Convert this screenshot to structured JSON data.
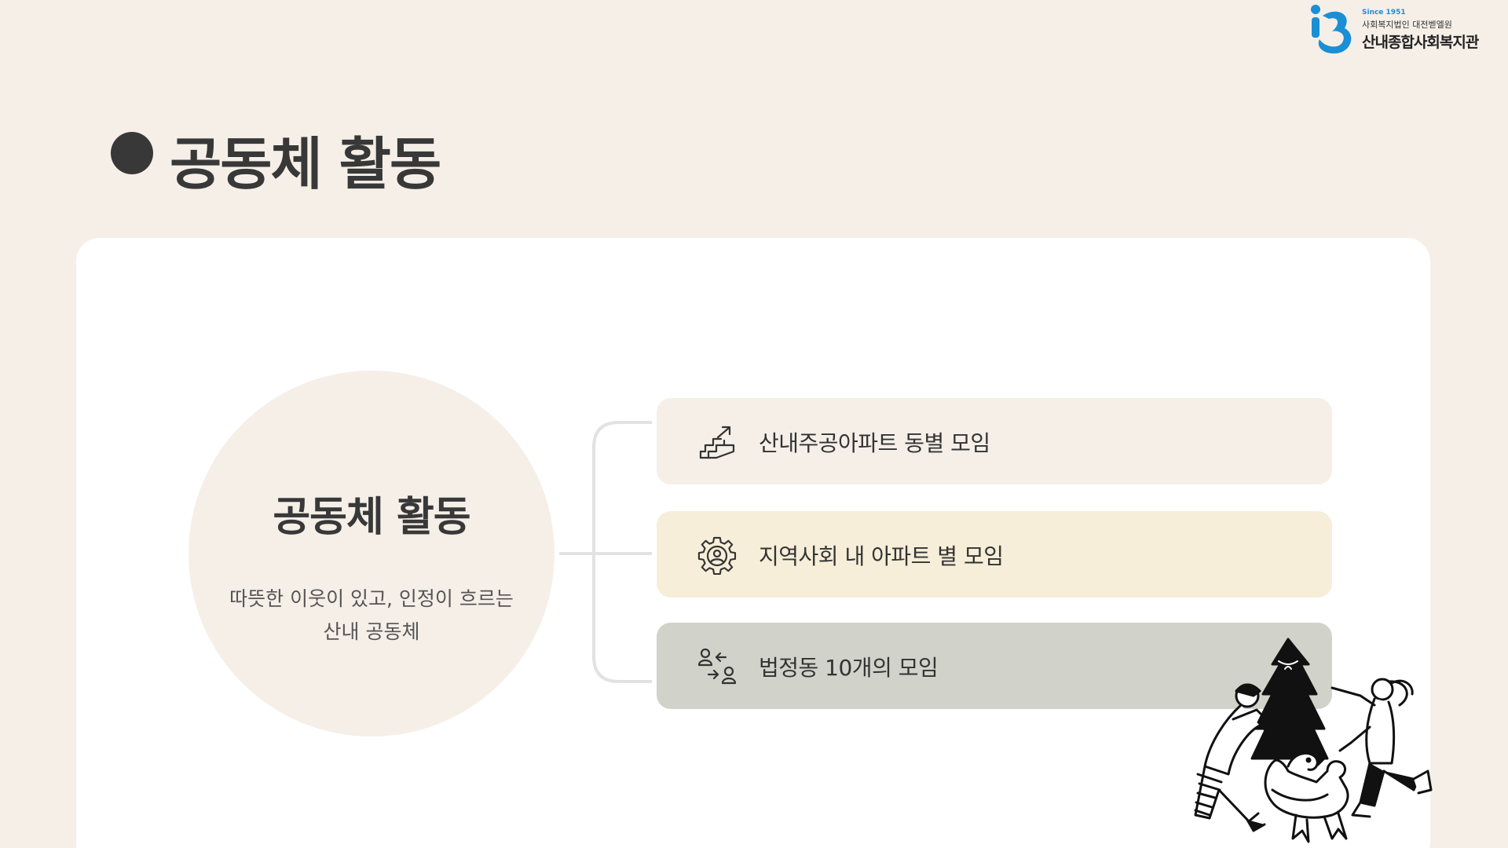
{
  "logo": {
    "since": "Since 1951",
    "subtitle": "사회복지법인 대전벧엘원",
    "name": "산내종합사회복지관"
  },
  "page": {
    "title": "공동체 활동"
  },
  "hub": {
    "title": "공동체 활동",
    "description_line1": "따뜻한 이웃이 있고, 인정이 흐르는",
    "description_line2": "산내 공동체"
  },
  "items": [
    {
      "label": "산내주공아파트 동별 모임",
      "icon": "stairs-arrow-icon",
      "color": "#f5efe8"
    },
    {
      "label": "지역사회 내 아파트 별 모임",
      "icon": "gear-person-icon",
      "color": "#f6eed9"
    },
    {
      "label": "법정동 10개의 모임",
      "icon": "people-exchange-icon",
      "color": "#d1d3ca"
    }
  ],
  "colors": {
    "background": "#f5efe8",
    "card": "#ffffff",
    "title": "#383838",
    "logo_blue": "#1a8fd6"
  }
}
